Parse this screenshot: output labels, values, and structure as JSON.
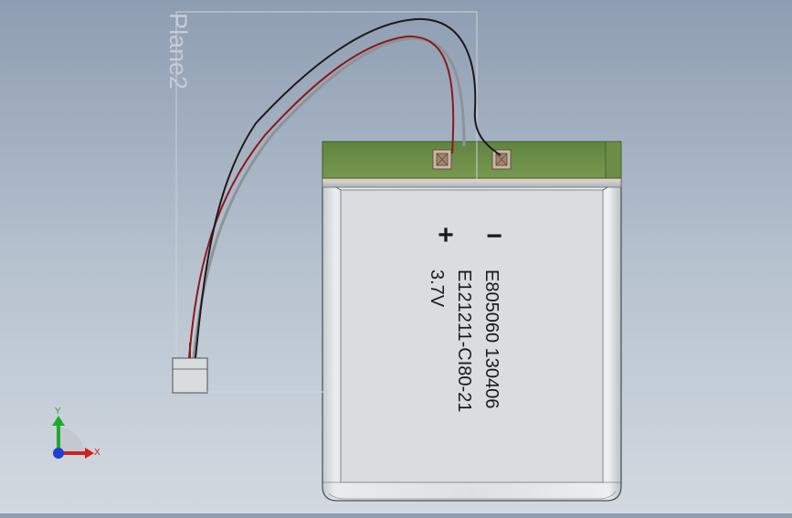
{
  "viewport": {
    "plane_label": "Plane2",
    "battery": {
      "plus_symbol": "+",
      "minus_symbol": "−",
      "label_line1": "E805060 130406",
      "label_line2": "E121211-CI80-21",
      "label_line3": "3.7V"
    },
    "triad": {
      "x_label": "X",
      "y_label": "Y"
    }
  },
  "colors": {
    "pcb_green": "#6b8f4a",
    "wire_red": "#8b1a1a",
    "wire_black": "#1a1a1a",
    "axis_x": "#d02020",
    "axis_y": "#1faa2a",
    "axis_z": "#2040d0"
  },
  "icons": [
    "coordinate-triad-icon"
  ]
}
